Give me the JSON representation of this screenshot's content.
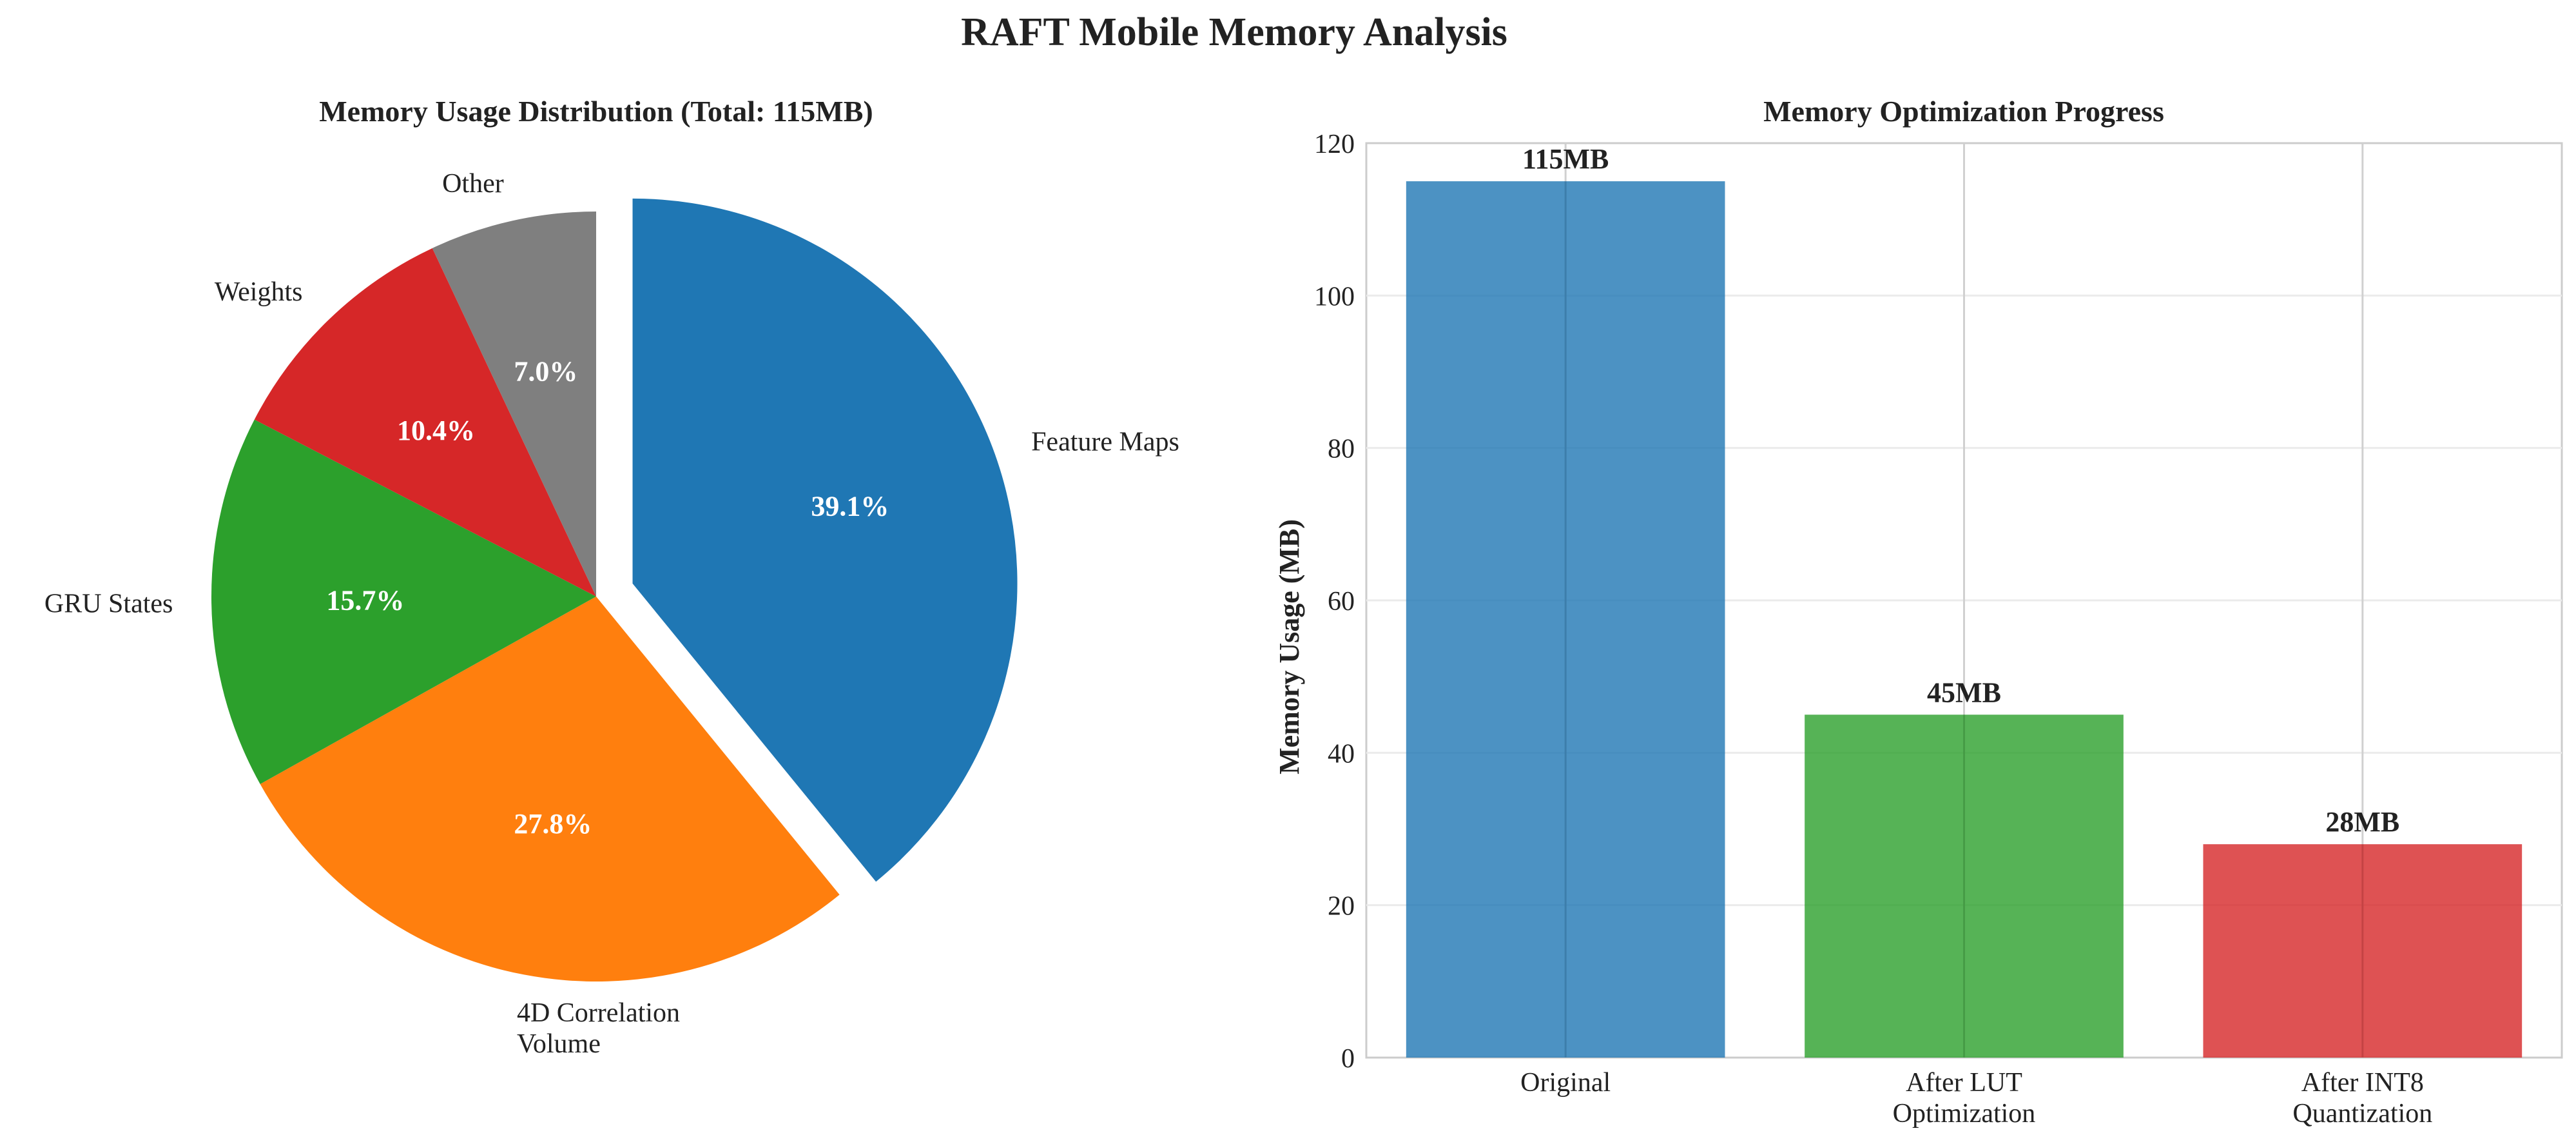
{
  "figure": {
    "title": "RAFT Mobile Memory Analysis"
  },
  "chart_data": [
    {
      "type": "pie",
      "title": "Memory Usage Distribution (Total: 115MB)",
      "labels": [
        "Feature Maps",
        "4D Correlation Volume",
        "GRU States",
        "Weights",
        "Other"
      ],
      "values": [
        39.1,
        27.8,
        15.7,
        10.4,
        7.0
      ],
      "percent_labels": [
        "39.1%",
        "27.8%",
        "15.7%",
        "10.4%",
        "7.0%"
      ],
      "colors": [
        "#1f77b4",
        "#ff7f0e",
        "#2ca02c",
        "#d62728",
        "#7f7f7f"
      ],
      "exploded": [
        "Feature Maps"
      ],
      "start_angle_deg": 90,
      "direction": "clockwise"
    },
    {
      "type": "bar",
      "title": "Memory Optimization Progress",
      "categories": [
        "Original",
        "After LUT Optimization",
        "After INT8 Quantization"
      ],
      "values": [
        115,
        45,
        28
      ],
      "value_labels": [
        "115MB",
        "45MB",
        "28MB"
      ],
      "colors": [
        "#1f77b4",
        "#2ca02c",
        "#d62728"
      ],
      "ylabel": "Memory Usage (MB)",
      "ylim": [
        0,
        120
      ],
      "yticks": [
        0,
        20,
        40,
        60,
        80,
        100,
        120
      ],
      "grid": true
    }
  ]
}
